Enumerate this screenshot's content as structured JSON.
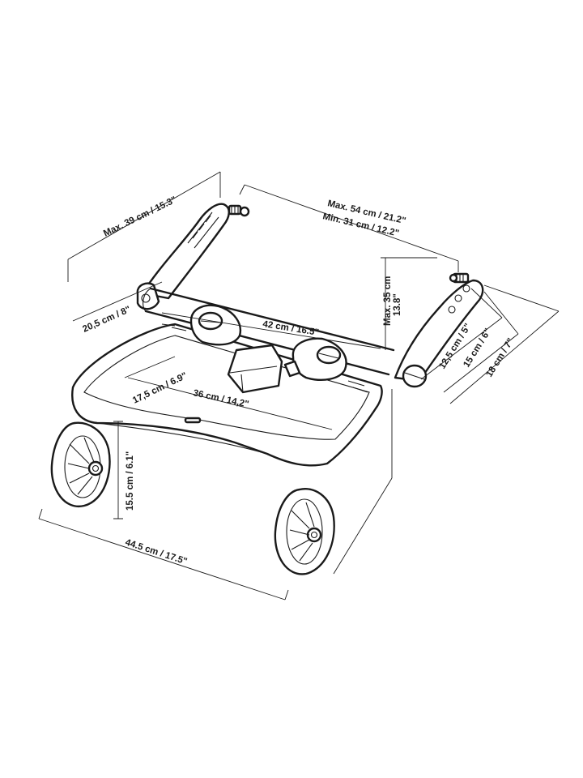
{
  "dimensions": {
    "handle_height": "Max. 39 cm / 15.3\"",
    "width_max": "Max. 54 cm / 21.2\"",
    "width_min": "Min. 31 cm / 12.2\"",
    "arm_height": "20,5 cm / 8\"",
    "axle_length": "42 cm / 16.5\"",
    "max_height_1": "Max. 35 cm",
    "max_height_2": "13.8\"",
    "clamp_small": "12,5 cm / 5\"",
    "clamp_medium": "15 cm / 6\"",
    "clamp_large": "18 cm / 7\"",
    "board_depth": "17,5 cm / 6.9\"",
    "board_width": "36 cm / 14,2\"",
    "ground_clearance": "15.5 cm / 6.1\"",
    "overall_width": "44.5 cm / 17.5\""
  }
}
